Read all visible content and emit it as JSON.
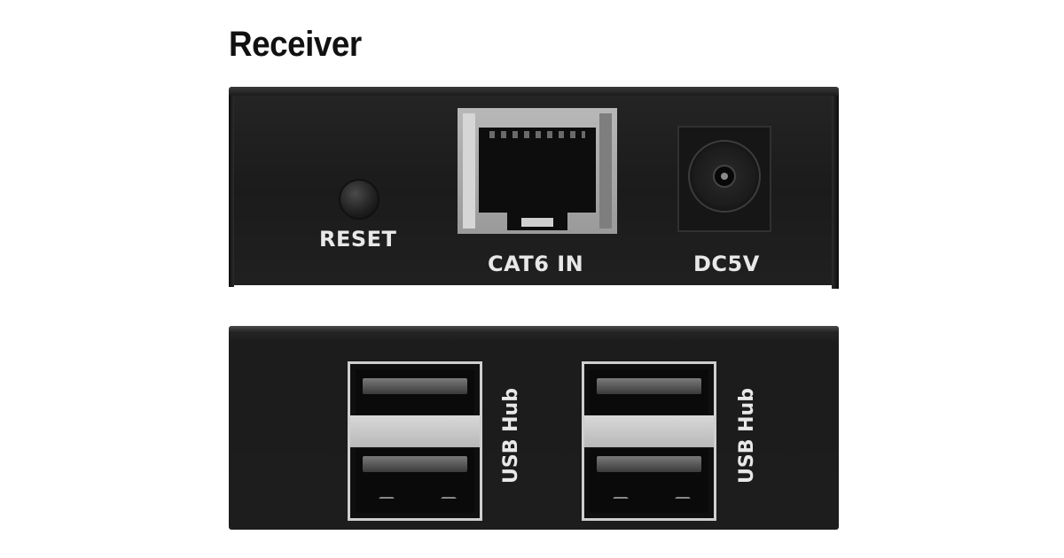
{
  "title": "Receiver",
  "top_panel": {
    "reset_label": "RESET",
    "cat6_label": "CAT6 IN",
    "dc_label": "DC5V"
  },
  "bottom_panel": {
    "usb_labels": [
      "USB Hub",
      "USB Hub"
    ]
  },
  "colors": {
    "background": "#ffffff",
    "chassis": "#1e1e1e",
    "label_text": "#e8e8e8",
    "metal": "#b0b0b0"
  },
  "icons": [
    "reset-button",
    "rj45-port",
    "dc-power-jack",
    "usb-a-port"
  ]
}
